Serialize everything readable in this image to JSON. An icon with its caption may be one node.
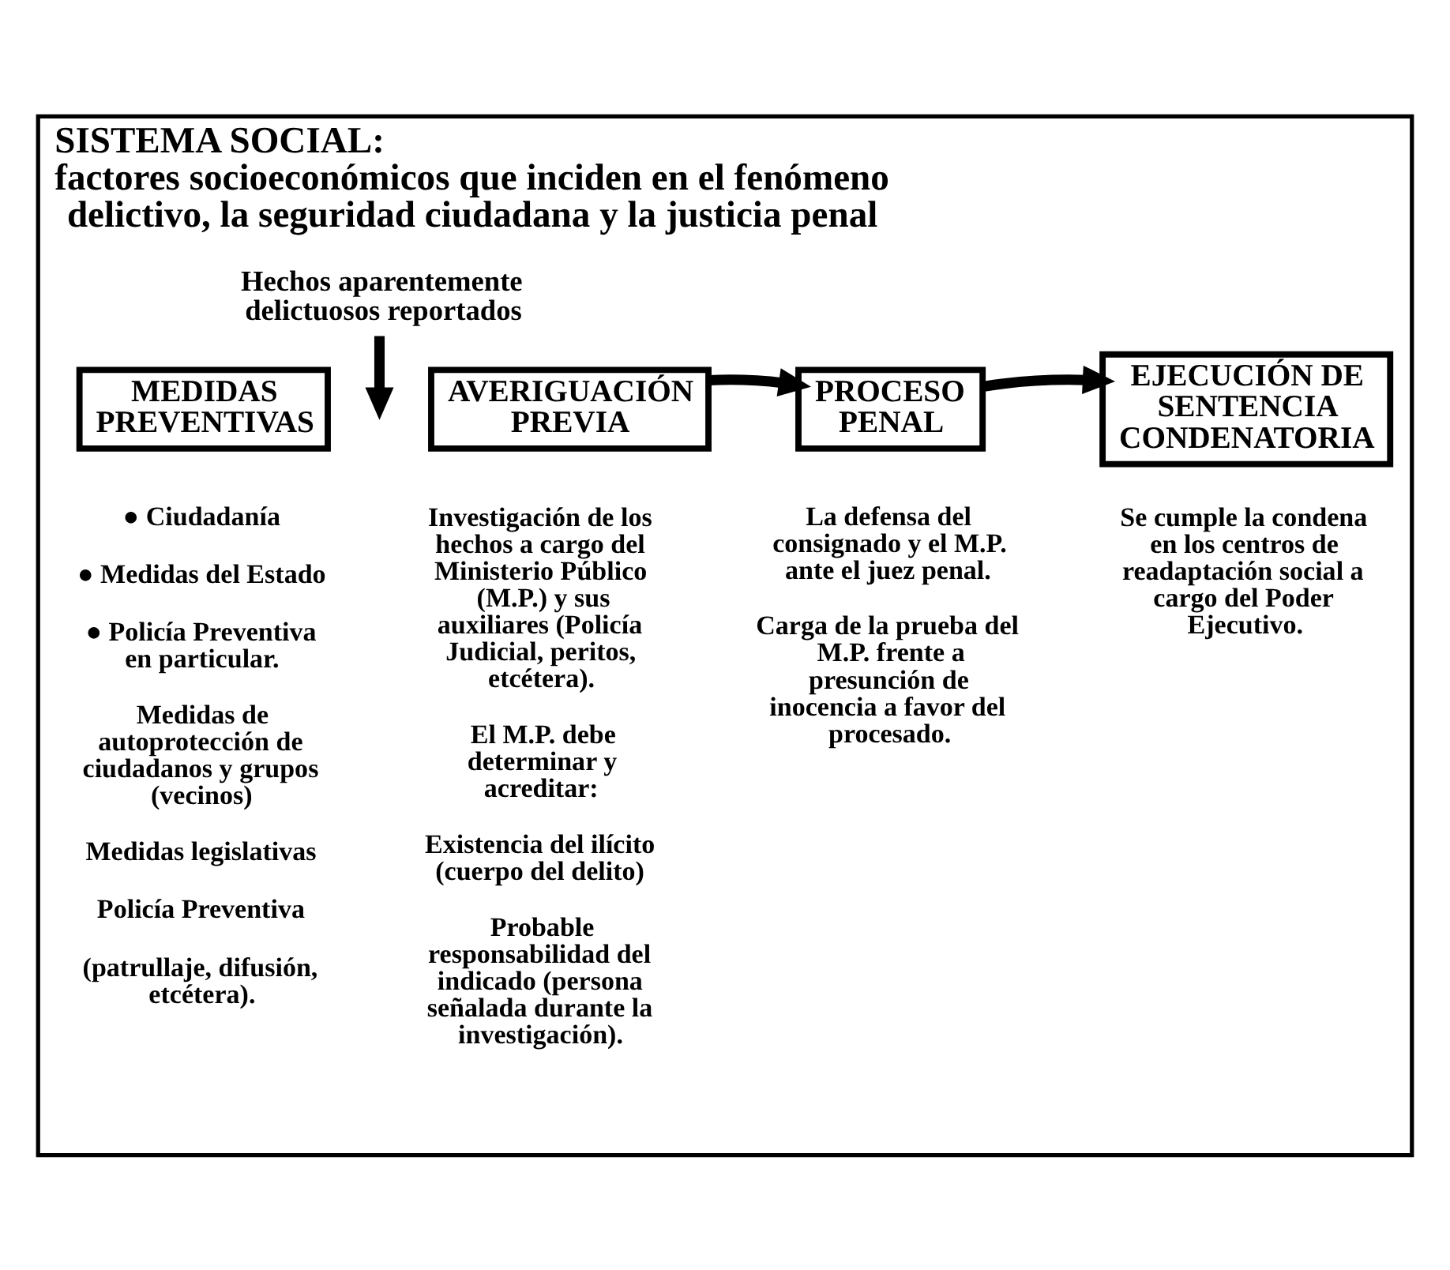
{
  "diagram": {
    "nodes": [
      {
        "text": [
          "SISTEMA SOCIAL:",
          "factores socioeconómicos que inciden en el fenómeno delictivo, la seguridad ciudadana y la justicia penal"
        ]
      },
      {
        "text": [
          "MEDIDAS PREVENTIVAS"
        ],
        "in": 0,
        "beside": [
          "● Ciudadanía",
          "● Medidas del Estado",
          "● Policía Preventiva en particular.",
          "Medidas de autoprotección de ciudadanos y grupos (vecinos)",
          "Medidas legislativas",
          "Policía Preventiva",
          "(patrullaje, difusión, etcétera)."
        ]
      },
      {
        "text": [
          "Hechos aparentemente delictuosos reportados"
        ],
        "in": 0
      },
      {
        "text": [
          "AVERIGUACIÓN PREVIA"
        ],
        "in": 0,
        "beside": [
          "Investigación de los hechos a cargo del Ministerio Público (M.P.) y sus auxiliares (Policía Judicial, peritos, etcétera).",
          "El M.P. debe determinar y acreditar:",
          "Existencia del ilícito (cuerpo del delito)",
          "Probable responsabilidad del indicado (persona señalada durante la investigación)."
        ]
      },
      {
        "text": [
          "PROCESO PENAL"
        ],
        "in": 0,
        "beside": [
          "La defensa del consignado y el M.P. ante el juez penal.",
          "Carga de la prueba del M.P. frente a presunción de inocencia a favor del procesado."
        ]
      },
      {
        "text": [
          "EJECUCIÓN DE SENTENCIA CONDENATORIA"
        ],
        "in": 0,
        "beside": [
          "Se cumple la condena en los centros de readaptación social a cargo del Poder Ejecutivo."
        ]
      }
    ],
    "edges": [
      {
        "from": 2,
        "to": null,
        "arrow": "to"
      },
      {
        "from": 3,
        "to": 4,
        "arrow": "to"
      },
      {
        "from": 4,
        "to": 5,
        "arrow": "to"
      }
    ]
  }
}
